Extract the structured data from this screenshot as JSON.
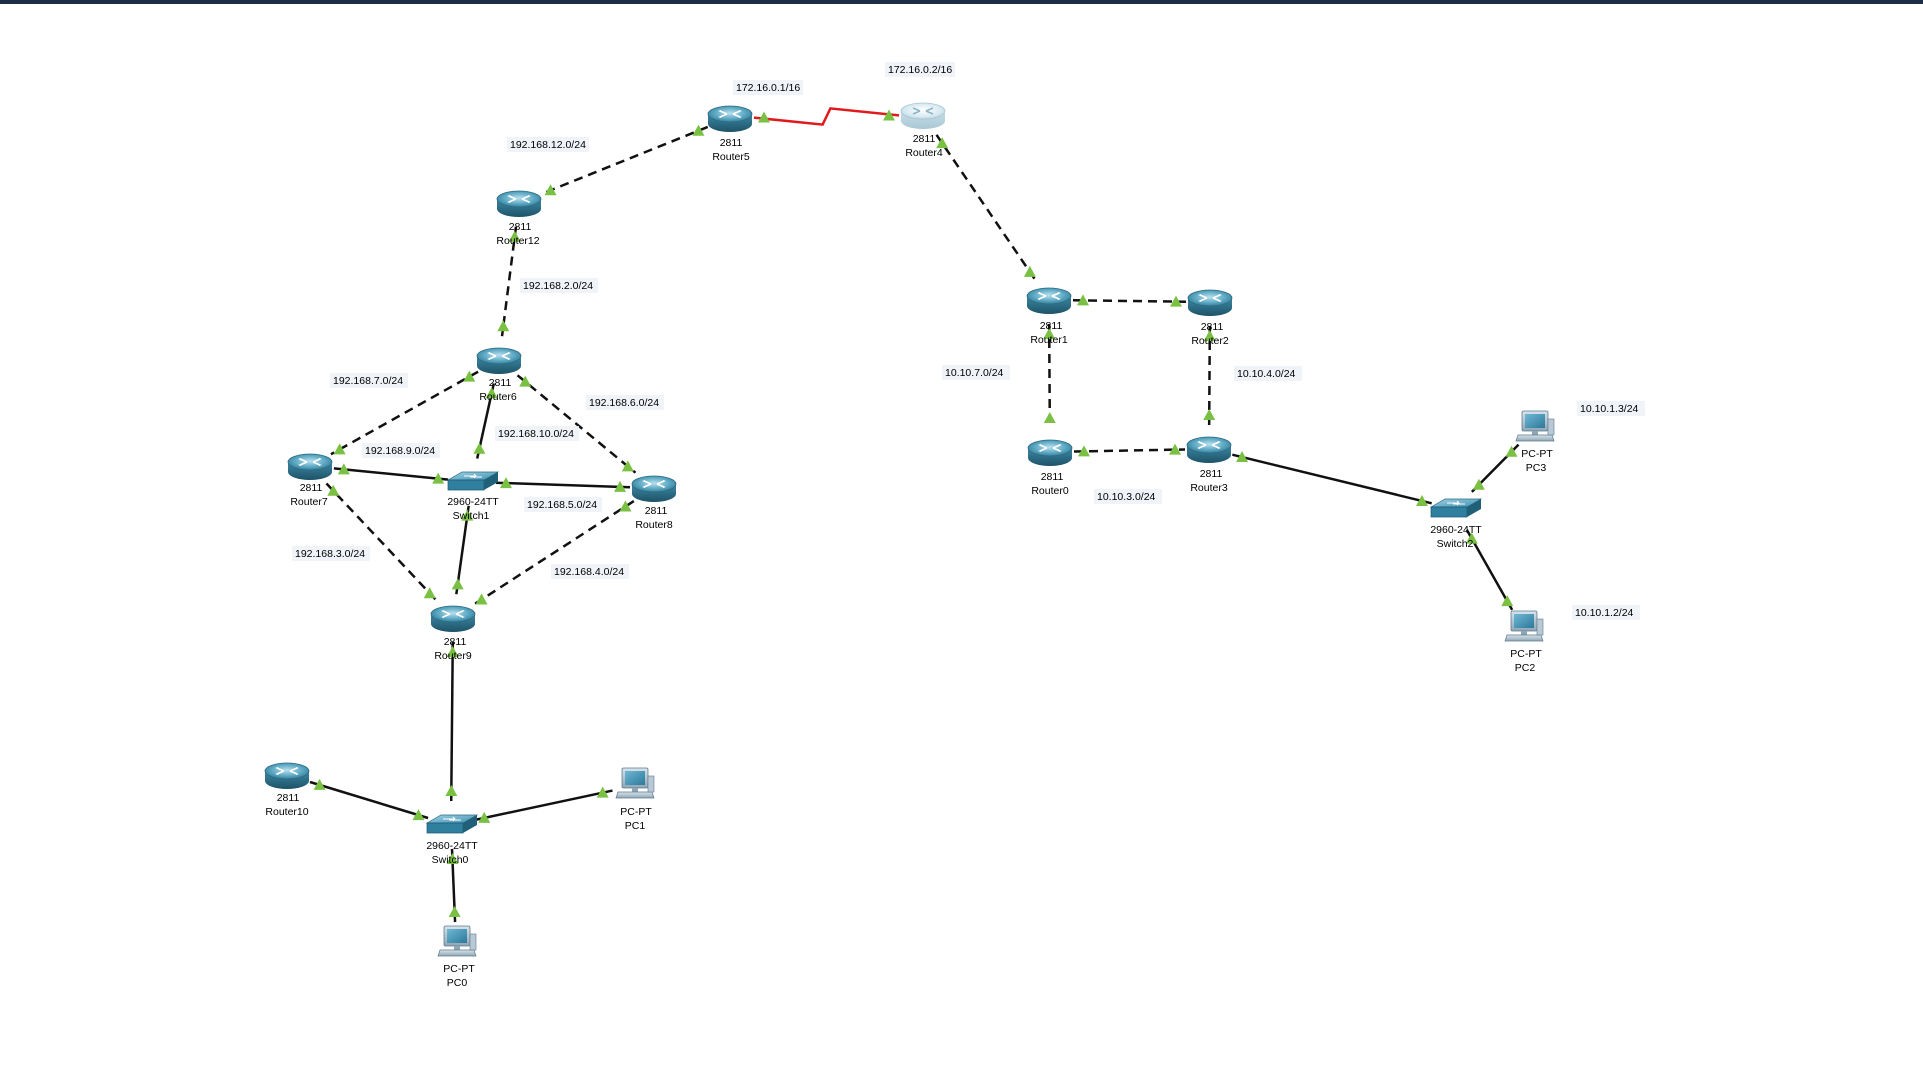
{
  "colors": {
    "link": "#111111",
    "serial": "#e0191d",
    "port_up": "#7ac143",
    "topbar": "#1c2e45"
  },
  "devices": [
    {
      "id": "router5",
      "model": "2811",
      "name": "Router5",
      "type": "router"
    },
    {
      "id": "router4",
      "model": "2811",
      "name": "Router4",
      "type": "router-faded"
    },
    {
      "id": "router12",
      "model": "2811",
      "name": "Router12",
      "type": "router"
    },
    {
      "id": "router6",
      "model": "2811",
      "name": "Router6",
      "type": "router"
    },
    {
      "id": "router7",
      "model": "2811",
      "name": "Router7",
      "type": "router"
    },
    {
      "id": "switch1",
      "model": "2960-24TT",
      "name": "Switch1",
      "type": "switch"
    },
    {
      "id": "router8",
      "model": "2811",
      "name": "Router8",
      "type": "router"
    },
    {
      "id": "router9",
      "model": "2811",
      "name": "Router9",
      "type": "router"
    },
    {
      "id": "router10",
      "model": "2811",
      "name": "Router10",
      "type": "router"
    },
    {
      "id": "switch0",
      "model": "2960-24TT",
      "name": "Switch0",
      "type": "switch"
    },
    {
      "id": "pc1",
      "model": "PC-PT",
      "name": "PC1",
      "type": "pc"
    },
    {
      "id": "pc0",
      "model": "PC-PT",
      "name": "PC0",
      "type": "pc"
    },
    {
      "id": "router1",
      "model": "2811",
      "name": "Router1",
      "type": "router"
    },
    {
      "id": "router2",
      "model": "2811",
      "name": "Router2",
      "type": "router"
    },
    {
      "id": "router0",
      "model": "2811",
      "name": "Router0",
      "type": "router"
    },
    {
      "id": "router3",
      "model": "2811",
      "name": "Router3",
      "type": "router"
    },
    {
      "id": "switch2",
      "model": "2960-24TT",
      "name": "Switch2",
      "type": "switch"
    },
    {
      "id": "pc3",
      "model": "PC-PT",
      "name": "PC3",
      "type": "pc"
    },
    {
      "id": "pc2",
      "model": "PC-PT",
      "name": "PC2",
      "type": "pc"
    }
  ],
  "links": [
    {
      "id": "r5-r4",
      "from": "router5",
      "to": "router4",
      "kind": "serial"
    },
    {
      "id": "r5-r12",
      "from": "router5",
      "to": "router12",
      "kind": "dashed"
    },
    {
      "id": "r12-r6",
      "from": "router12",
      "to": "router6",
      "kind": "dashed"
    },
    {
      "id": "r6-r7",
      "from": "router6",
      "to": "router7",
      "kind": "dashed"
    },
    {
      "id": "r6-r8",
      "from": "router6",
      "to": "router8",
      "kind": "dashed"
    },
    {
      "id": "r6-s1",
      "from": "router6",
      "to": "switch1",
      "kind": "solid"
    },
    {
      "id": "r7-s1",
      "from": "router7",
      "to": "switch1",
      "kind": "solid"
    },
    {
      "id": "s1-r8",
      "from": "switch1",
      "to": "router8",
      "kind": "solid"
    },
    {
      "id": "s1-r9",
      "from": "switch1",
      "to": "router9",
      "kind": "solid"
    },
    {
      "id": "r7-r9",
      "from": "router7",
      "to": "router9",
      "kind": "dashed"
    },
    {
      "id": "r8-r9",
      "from": "router8",
      "to": "router9",
      "kind": "dashed"
    },
    {
      "id": "r9-s0",
      "from": "router9",
      "to": "switch0",
      "kind": "solid"
    },
    {
      "id": "r10-s0",
      "from": "router10",
      "to": "switch0",
      "kind": "solid"
    },
    {
      "id": "pc1-s0",
      "from": "pc1",
      "to": "switch0",
      "kind": "solid"
    },
    {
      "id": "pc0-s0",
      "from": "pc0",
      "to": "switch0",
      "kind": "solid"
    },
    {
      "id": "r4-r1",
      "from": "router4",
      "to": "router1",
      "kind": "dashed"
    },
    {
      "id": "r1-r2",
      "from": "router1",
      "to": "router2",
      "kind": "dashed"
    },
    {
      "id": "r1-r0",
      "from": "router1",
      "to": "router0",
      "kind": "dashed"
    },
    {
      "id": "r2-r3",
      "from": "router2",
      "to": "router3",
      "kind": "dashed"
    },
    {
      "id": "r0-r3",
      "from": "router0",
      "to": "router3",
      "kind": "dashed"
    },
    {
      "id": "r3-s2",
      "from": "router3",
      "to": "switch2",
      "kind": "solid"
    },
    {
      "id": "s2-pc3",
      "from": "switch2",
      "to": "pc3",
      "kind": "solid"
    },
    {
      "id": "s2-pc2",
      "from": "switch2",
      "to": "pc2",
      "kind": "solid"
    }
  ],
  "network_labels": [
    {
      "id": "net-172-16-0-1",
      "text": "172.16.0.1/16"
    },
    {
      "id": "net-172-16-0-2",
      "text": "172.16.0.2/16"
    },
    {
      "id": "net-192-168-12",
      "text": "192.168.12.0/24"
    },
    {
      "id": "net-192-168-2",
      "text": "192.168.2.0/24"
    },
    {
      "id": "net-192-168-7",
      "text": "192.168.7.0/24"
    },
    {
      "id": "net-192-168-6",
      "text": "192.168.6.0/24"
    },
    {
      "id": "net-192-168-10",
      "text": "192.168.10.0/24"
    },
    {
      "id": "net-192-168-9",
      "text": "192.168.9.0/24"
    },
    {
      "id": "net-192-168-5",
      "text": "192.168.5.0/24"
    },
    {
      "id": "net-192-168-3",
      "text": "192.168.3.0/24"
    },
    {
      "id": "net-192-168-4",
      "text": "192.168.4.0/24"
    },
    {
      "id": "net-10-10-7",
      "text": "10.10.7.0/24"
    },
    {
      "id": "net-10-10-4",
      "text": "10.10.4.0/24"
    },
    {
      "id": "net-10-10-3",
      "text": "10.10.3.0/24"
    },
    {
      "id": "net-10-10-1-3",
      "text": "10.10.1.3/24"
    },
    {
      "id": "net-10-10-1-2",
      "text": "10.10.1.2/24"
    }
  ]
}
